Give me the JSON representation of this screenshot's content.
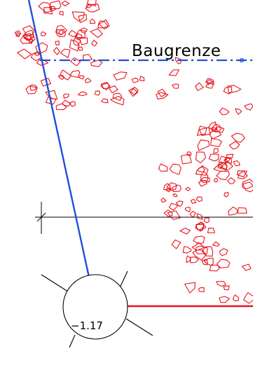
{
  "drawing": {
    "boundary_label": "Baugrenze",
    "level_marker_value": "−1.17",
    "colors": {
      "boundary_line": "#1f4fd8",
      "building_line": "#e8141c",
      "gravel_stroke": "#e8141c",
      "dimension_line": "#000000",
      "level_marker": "#000000"
    },
    "icons": {
      "level_marker": "height-marker-icon",
      "gravel": "gravel-hatch-pattern"
    }
  }
}
